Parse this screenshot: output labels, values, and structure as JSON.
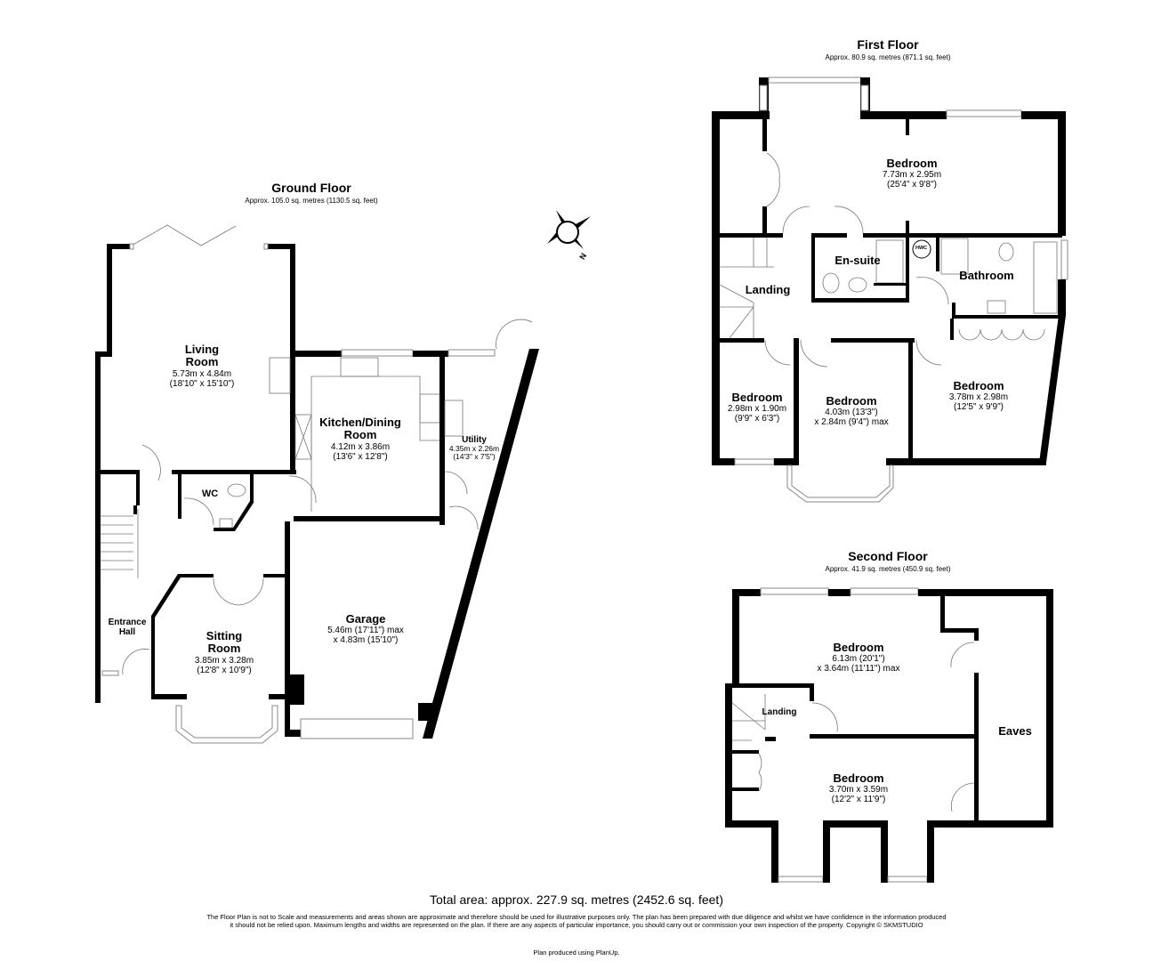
{
  "floors": {
    "ground": {
      "title": "Ground Floor",
      "area": "Approx. 105.0 sq. metres (1130.5 sq. feet)",
      "rooms": [
        {
          "name": "Living Room",
          "line1": "Living",
          "line2": "Room",
          "dim1": "5.73m x 4.84m",
          "dim2": "(18'10\" x 15'10\")"
        },
        {
          "name": "Kitchen/Dining Room",
          "line1": "Kitchen/Dining",
          "line2": "Room",
          "dim1": "4.12m x 3.86m",
          "dim2": "(13'6\" x 12'8\")"
        },
        {
          "name": "Utility",
          "line1": "Utility",
          "dim1": "4.35m x 2.26m",
          "dim2": "(14'3\" x 7'5\")"
        },
        {
          "name": "WC",
          "line1": "WC"
        },
        {
          "name": "Entrance Hall",
          "line1": "Entrance",
          "line2": "Hall"
        },
        {
          "name": "Sitting Room",
          "line1": "Sitting",
          "line2": "Room",
          "dim1": "3.85m x 3.28m",
          "dim2": "(12'8\" x 10'9\")"
        },
        {
          "name": "Garage",
          "line1": "Garage",
          "dim1": "5.46m (17'11\") max",
          "dim2": "x 4.83m (15'10\")"
        }
      ]
    },
    "first": {
      "title": "First Floor",
      "area": "Approx. 80.9 sq. metres (871.1 sq. feet)",
      "rooms": [
        {
          "name": "Bedroom",
          "line1": "Bedroom",
          "dim1": "7.73m x 2.95m",
          "dim2": "(25'4\" x 9'8\")"
        },
        {
          "name": "En-suite",
          "line1": "En-suite"
        },
        {
          "name": "Bathroom",
          "line1": "Bathroom"
        },
        {
          "name": "Landing",
          "line1": "Landing"
        },
        {
          "name": "Bedroom",
          "line1": "Bedroom",
          "dim1": "2.98m x 1.90m",
          "dim2": "(9'9\" x 6'3\")"
        },
        {
          "name": "Bedroom",
          "line1": "Bedroom",
          "dim1": "4.03m (13'3\")",
          "dim2": "x 2.84m (9'4\") max"
        },
        {
          "name": "Bedroom",
          "line1": "Bedroom",
          "dim1": "3.78m x 2.98m",
          "dim2": "(12'5\" x 9'9\")"
        }
      ],
      "fixtures": {
        "hwc": "HWC"
      }
    },
    "second": {
      "title": "Second Floor",
      "area": "Approx. 41.9 sq. metres (450.9 sq. feet)",
      "rooms": [
        {
          "name": "Bedroom",
          "line1": "Bedroom",
          "dim1": "6.13m (20'1\")",
          "dim2": "x 3.64m (11'11\") max"
        },
        {
          "name": "Landing",
          "line1": "Landing"
        },
        {
          "name": "Eaves",
          "line1": "Eaves"
        },
        {
          "name": "Bedroom",
          "line1": "Bedroom",
          "dim1": "3.70m x 3.59m",
          "dim2": "(12'2\" x 11'9\")"
        }
      ]
    }
  },
  "compass": {
    "label": "N"
  },
  "footer": {
    "total": "Total area: approx. 227.9 sq. metres (2452.6 sq. feet)",
    "disclaimer": "The Floor Plan is not to Scale and measurements and areas shown are approximate and therefore should be used for illustrative purposes only. The plan has been prepared with due diligence and whilst we have confidence in the information produced it should not be relied upon. Maximum lengths and widths are represented on the plan. If there are any aspects of particular importance, you should carry out or commission your own inspection of the property. Copyright © SKMSTUDIO",
    "producer": "Plan produced using PlanUp."
  }
}
